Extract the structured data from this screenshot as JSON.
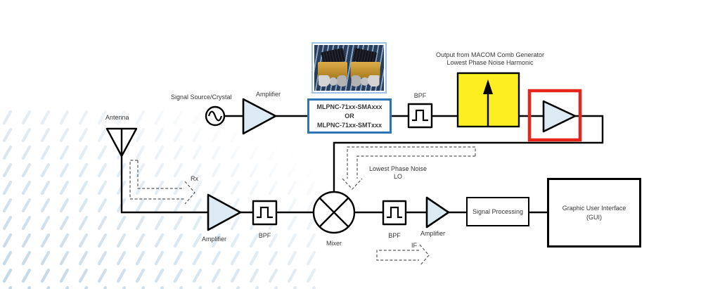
{
  "colors": {
    "wire": "#000000",
    "amp_fill": "#dceaf3",
    "comb_yellow": "#fdee21",
    "highlight_red": "#e6251c",
    "mlpnc_blue": "#2e74b5",
    "photo_border": "#9dc3e6",
    "label_text": "#383838",
    "dashed_arrow": "#5a5a5a",
    "pattern_blue": "#bed4e4"
  },
  "top_chain": {
    "source_label": "Signal Source/Crystal",
    "amplifier_label": "Amplifier",
    "comb_generator": {
      "model_a": "MLPNC-71xx-SMAxxx",
      "or": "OR",
      "model_b": "MLPNC-71xx-SMTxxx"
    },
    "bpf_label": "BPF",
    "output_caption": {
      "line1": "Output from MACOM Comb Generator",
      "line2": "Lowest Phase Noise Harmonic"
    }
  },
  "receiver_chain": {
    "antenna_label": "Antenna",
    "rx_arrow_label": "Rx",
    "amplifier_label": "Amplifier",
    "bpf_label": "BPF",
    "mixer_label": "Mixer",
    "lo_caption": {
      "line1": "Lowest Phase Noise",
      "line2": "LO"
    },
    "if_bpf_label": "BPF",
    "if_amplifier_label": "Amplifier",
    "if_arrow_label": "IF",
    "signal_processing_label": "Signal Processing",
    "gui": {
      "line1": "Graphic User Interface",
      "line2": "(GUI)"
    }
  }
}
